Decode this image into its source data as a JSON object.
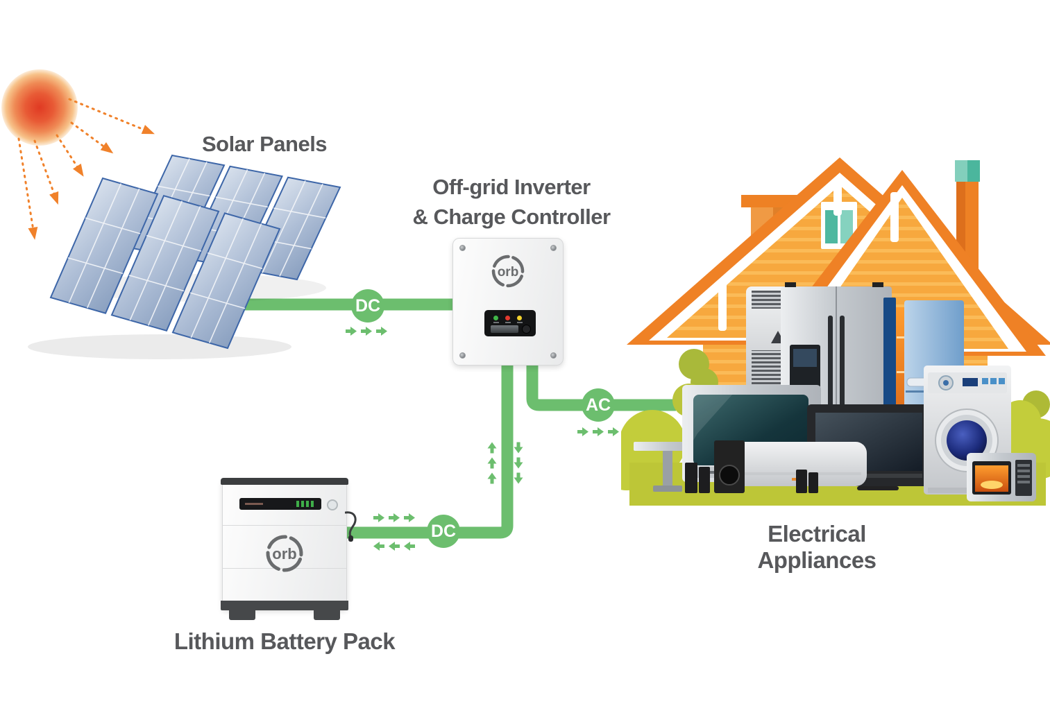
{
  "scene": {
    "type": "off-grid solar power system diagram",
    "brand": {
      "name": "orb"
    },
    "labels": {
      "solar_panels": "Solar Panels",
      "inverter_line1": "Off-grid Inverter",
      "inverter_line2": "& Charge Controller",
      "battery": "Lithium Battery Pack",
      "appliances": "Electrical Appliances"
    },
    "badges": {
      "pv_link": "DC",
      "battery_link": "DC",
      "ac_link": "AC"
    },
    "flows": [
      {
        "from": "solar-panels",
        "to": "inverter",
        "current": "DC",
        "direction": "one-way"
      },
      {
        "from": "battery",
        "to": "inverter",
        "current": "DC",
        "direction": "bidirectional"
      },
      {
        "from": "inverter",
        "to": "electrical-appliances",
        "current": "AC",
        "direction": "one-way"
      }
    ],
    "inverter": {
      "leds": [
        "green",
        "red",
        "yellow"
      ]
    },
    "battery": {
      "charge_indicator": "green segments"
    },
    "appliances_shown": [
      "CRT TV",
      "flat-screen TV",
      "tower air conditioner",
      "side-by-side refrigerator",
      "double-door fridge (open)",
      "washing machine",
      "microwave oven",
      "split air conditioner",
      "home theater speakers",
      "TV stand"
    ],
    "colors": {
      "accent_green": "#6CBE6E",
      "label_text": "#57585B",
      "sun_core": "#E03A23",
      "ray_orange": "#F0812A",
      "roof_edge_orange": "#EF8125",
      "wall_orange": "#F7A83E",
      "wall_stripe": "#FBBB58",
      "window_teal_light": "#85D2BF",
      "window_teal_dark": "#4FB8A0",
      "ground_olive": "#BDC637",
      "bush_olive": "#A9B93A",
      "panel_frame_blue": "#3D66A8",
      "brand_gray": "#6A6C6E"
    }
  }
}
